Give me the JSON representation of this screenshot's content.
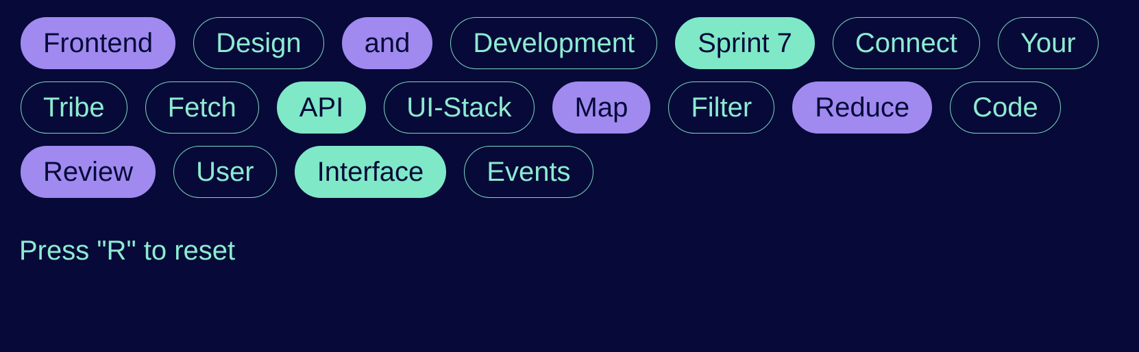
{
  "theme": {
    "background": "#070a38",
    "purple": "#a08af0",
    "teal": "#7fe8c7",
    "mint": "#8debd1",
    "outline_border": "#7cd9c0",
    "dark_text": "#070a38"
  },
  "chips": [
    {
      "label": "Frontend",
      "variant": "purple"
    },
    {
      "label": "Design",
      "variant": "outline"
    },
    {
      "label": "and",
      "variant": "purple"
    },
    {
      "label": "Development",
      "variant": "outline"
    },
    {
      "label": "Sprint 7",
      "variant": "teal"
    },
    {
      "label": "Connect",
      "variant": "outline"
    },
    {
      "label": "Your",
      "variant": "outline"
    },
    {
      "label": "Tribe",
      "variant": "outline"
    },
    {
      "label": "Fetch",
      "variant": "outline"
    },
    {
      "label": "API",
      "variant": "teal"
    },
    {
      "label": "UI-Stack",
      "variant": "outline"
    },
    {
      "label": "Map",
      "variant": "purple"
    },
    {
      "label": "Filter",
      "variant": "outline"
    },
    {
      "label": "Reduce",
      "variant": "purple"
    },
    {
      "label": "Code",
      "variant": "outline"
    },
    {
      "label": "Review",
      "variant": "purple"
    },
    {
      "label": "User",
      "variant": "outline"
    },
    {
      "label": "Interface",
      "variant": "teal"
    },
    {
      "label": "Events",
      "variant": "outline"
    }
  ],
  "hint": {
    "text": "Press \"R\" to reset"
  }
}
